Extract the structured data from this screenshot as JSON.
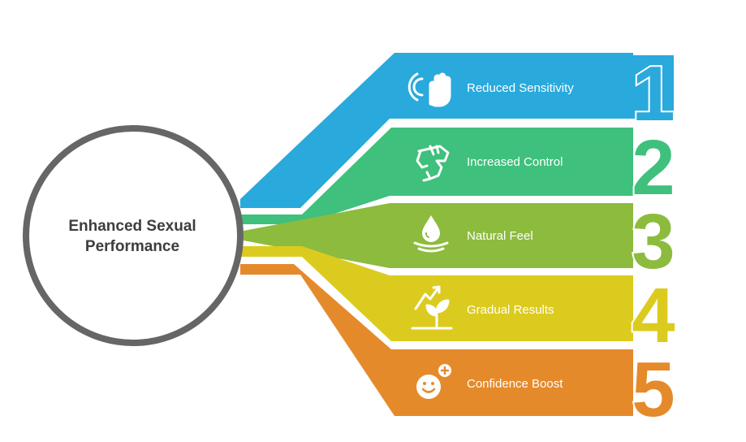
{
  "center": {
    "line1": "Enhanced Sexual",
    "line2": "Performance"
  },
  "items": [
    {
      "number": "1",
      "label": "Reduced Sensitivity",
      "icon": "hand-touch-icon",
      "color": "#29a9dc"
    },
    {
      "number": "2",
      "label": "Increased Control",
      "icon": "raised-fist-icon",
      "color": "#3fc07c"
    },
    {
      "number": "3",
      "label": "Natural Feel",
      "icon": "water-drop-icon",
      "color": "#8dbb3e"
    },
    {
      "number": "4",
      "label": "Gradual Results",
      "icon": "growing-plant-icon",
      "color": "#dccb1f"
    },
    {
      "number": "5",
      "label": "Confidence Boost",
      "icon": "smiley-plus-icon",
      "color": "#e58a2b"
    }
  ],
  "colors": {
    "circle": "#666666",
    "centerText": "#3d3d3d"
  }
}
